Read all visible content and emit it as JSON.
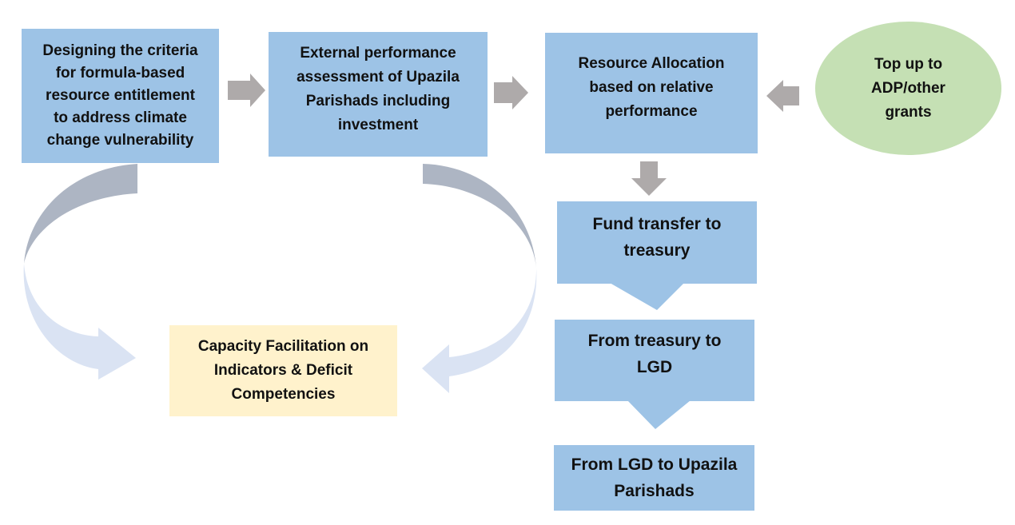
{
  "diagram": {
    "title": "Performance-based climate resilience grant flow",
    "nodes": {
      "criteria": "Designing the criteria\nfor formula-based\nresource entitlement\nto address climate\nchange vulnerability",
      "assessment": "External performance\nassessment of Upazila\nParishads including\ninvestment",
      "allocation": "Resource Allocation\nbased on relative\nperformance",
      "top_up": "Top up to\nADP/other\ngrants",
      "fund_transfer": "Fund transfer to\ntreasury",
      "treasury_to_lgd": "From treasury to\nLGD",
      "lgd_to_upazila": "From LGD to Upazila\nParishads",
      "capacity": "Capacity Facilitation on\nIndicators & Deficit\nCompetencies"
    },
    "edges": [
      {
        "from": "criteria",
        "to": "assessment",
        "style": "block-arrow"
      },
      {
        "from": "assessment",
        "to": "allocation",
        "style": "block-arrow"
      },
      {
        "from": "top_up",
        "to": "allocation",
        "style": "block-arrow"
      },
      {
        "from": "allocation",
        "to": "fund_transfer",
        "style": "block-arrow"
      },
      {
        "from": "fund_transfer",
        "to": "treasury_to_lgd",
        "style": "chevron"
      },
      {
        "from": "treasury_to_lgd",
        "to": "lgd_to_upazila",
        "style": "chevron"
      },
      {
        "from": "criteria",
        "to": "capacity",
        "style": "curved-arrow"
      },
      {
        "from": "assessment",
        "to": "capacity",
        "style": "curved-arrow"
      }
    ],
    "colors": {
      "process_box": "#9dc3e6",
      "capacity_box": "#fff2cc",
      "top_up_oval": "#c5e0b4",
      "arrow_gray": "#aeaaaa",
      "curve_dark": "#adb5c3",
      "curve_light": "#dae3f3"
    }
  }
}
